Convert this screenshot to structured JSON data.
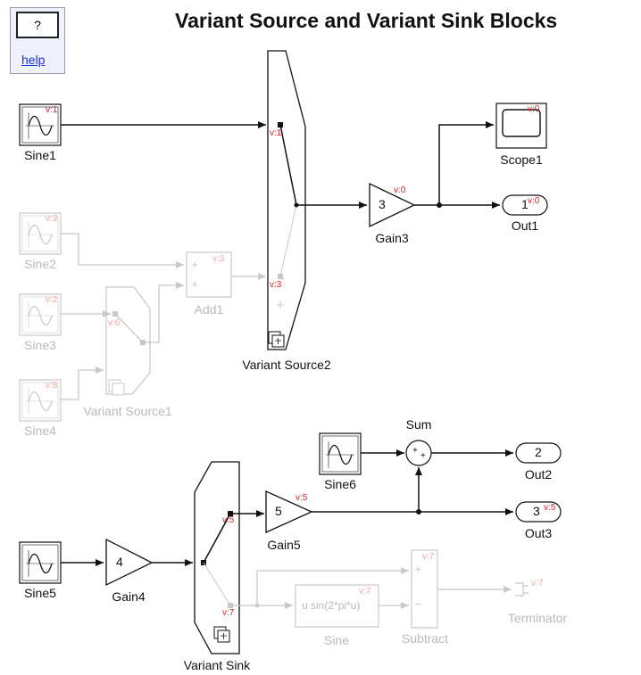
{
  "title": "Variant Source and Variant Sink Blocks",
  "help": {
    "button_label": "?",
    "link_label": "help"
  },
  "blocks": {
    "sine1": {
      "label": "Sine1",
      "variant": "v:1"
    },
    "sine2": {
      "label": "Sine2",
      "variant": "v:3"
    },
    "sine3": {
      "label": "Sine3",
      "variant": "v:2"
    },
    "sine4": {
      "label": "Sine4",
      "variant": "v:8"
    },
    "sine5": {
      "label": "Sine5"
    },
    "sine6": {
      "label": "Sine6"
    },
    "add1": {
      "label": "Add1",
      "variant": "v:3",
      "port1": "+",
      "port2": "+"
    },
    "variant_source1": {
      "label": "Variant Source1",
      "port1_variant": "v:6"
    },
    "variant_source2": {
      "label": "Variant Source2",
      "port1_variant": "v:1",
      "port2_variant": "v:3"
    },
    "gain3": {
      "label": "Gain3",
      "value": "3",
      "variant": "v:0"
    },
    "scope1": {
      "label": "Scope1",
      "variant": "v:0"
    },
    "out1": {
      "label": "Out1",
      "port": "1",
      "variant": "v:0"
    },
    "sum": {
      "label": "Sum",
      "port1": "+",
      "port2": "+"
    },
    "out2": {
      "label": "Out2",
      "port": "2"
    },
    "out3": {
      "label": "Out3",
      "port": "3",
      "variant": "v:5"
    },
    "gain5": {
      "label": "Gain5",
      "value": "5",
      "variant": "v:5"
    },
    "gain4": {
      "label": "Gain4",
      "value": "4"
    },
    "variant_sink": {
      "label": "Variant Sink",
      "port1_variant": "v:5",
      "port2_variant": "v:7"
    },
    "sine_fcn": {
      "label": "Sine",
      "expression": "u sin(2*pi*u)",
      "variant": "v:7"
    },
    "subtract": {
      "label": "Subtract",
      "variant": "v:7",
      "port1": "+",
      "port2": "−"
    },
    "terminator": {
      "label": "Terminator",
      "variant": "v:7"
    }
  },
  "colors": {
    "active": "#111111",
    "inactive": "#c8c8c8",
    "variant_tag": "#e02020",
    "help_link": "#1a2fd6"
  }
}
